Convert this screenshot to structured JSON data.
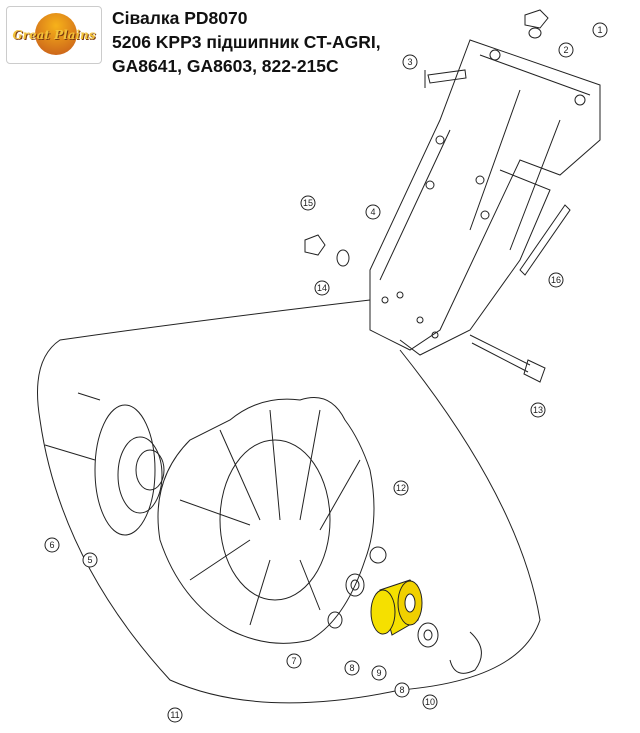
{
  "logo": {
    "text": "Great Plains"
  },
  "title": {
    "line1": "Сівалка PD8070",
    "line2": "5206 KPP3 підшипник CT-AGRI,",
    "line3": "GA8641, GA8603, 822-215C"
  },
  "callouts": [
    "1",
    "2",
    "3",
    "4",
    "15",
    "14",
    "16",
    "13",
    "12",
    "6",
    "5",
    "7",
    "8",
    "9",
    "8",
    "10",
    "11"
  ],
  "colors": {
    "highlight": "#f5e000",
    "line": "#222222"
  }
}
